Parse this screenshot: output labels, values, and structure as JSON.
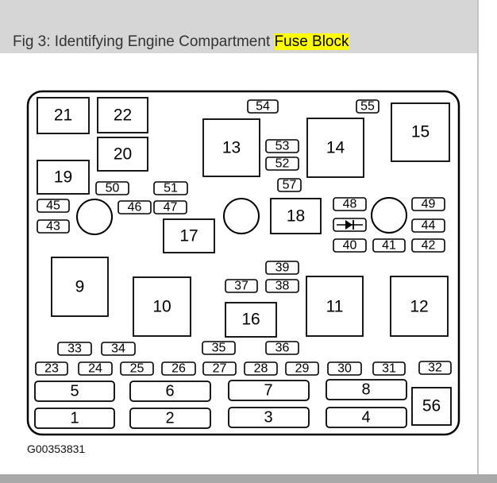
{
  "caption": {
    "prefix": "Fig 3: Identifying Engine Compartment ",
    "highlight": "Fuse Block"
  },
  "figure_code": "G00353831",
  "colors": {
    "highlight": "#ffff00",
    "caption_bar": "#d6d6d6"
  },
  "relay_labels": {
    "r1": "1",
    "r2": "2",
    "r3": "3",
    "r4": "4",
    "r5": "5",
    "r6": "6",
    "r7": "7",
    "r8": "8",
    "r9": "9",
    "r10": "10",
    "r11": "11",
    "r12": "12",
    "r13": "13",
    "r14": "14",
    "r15": "15",
    "r16": "16",
    "r17": "17",
    "r18": "18",
    "r19": "19",
    "r20": "20",
    "r21": "21",
    "r22": "22",
    "r56": "56"
  },
  "fuse_labels": {
    "f23": "23",
    "f24": "24",
    "f25": "25",
    "f26": "26",
    "f27": "27",
    "f28": "28",
    "f29": "29",
    "f30": "30",
    "f31": "31",
    "f32": "32",
    "f33": "33",
    "f34": "34",
    "f35": "35",
    "f36": "36",
    "f37": "37",
    "f38": "38",
    "f39": "39",
    "f40": "40",
    "f41": "41",
    "f42": "42",
    "f43": "43",
    "f44": "44",
    "f45": "45",
    "f46": "46",
    "f47": "47",
    "f48": "48",
    "f49": "49",
    "f50": "50",
    "f51": "51",
    "f52": "52",
    "f53": "53",
    "f54": "54",
    "f55": "55",
    "f57": "57"
  },
  "diode_icon": "diode-icon",
  "mount_icon": "mounting-hole-icon"
}
